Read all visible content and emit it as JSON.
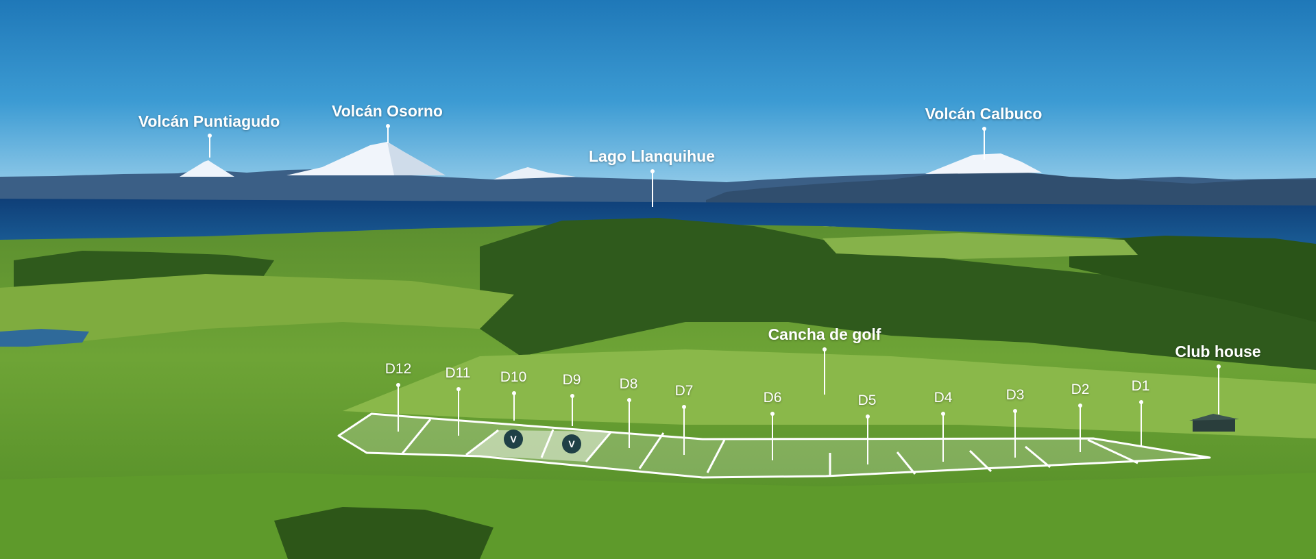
{
  "landmarks": {
    "puntiagudo": "Volcán Puntiagudo",
    "osorno": "Volcán Osorno",
    "llanquihue": "Lago Llanquihue",
    "calbuco": "Volcán Calbuco",
    "golf": "Cancha de golf",
    "clubhouse": "Club house"
  },
  "lots": [
    "D12",
    "D11",
    "D10",
    "D9",
    "D8",
    "D7",
    "D6",
    "D5",
    "D4",
    "D3",
    "D2",
    "D1"
  ],
  "sold_badge": "V"
}
